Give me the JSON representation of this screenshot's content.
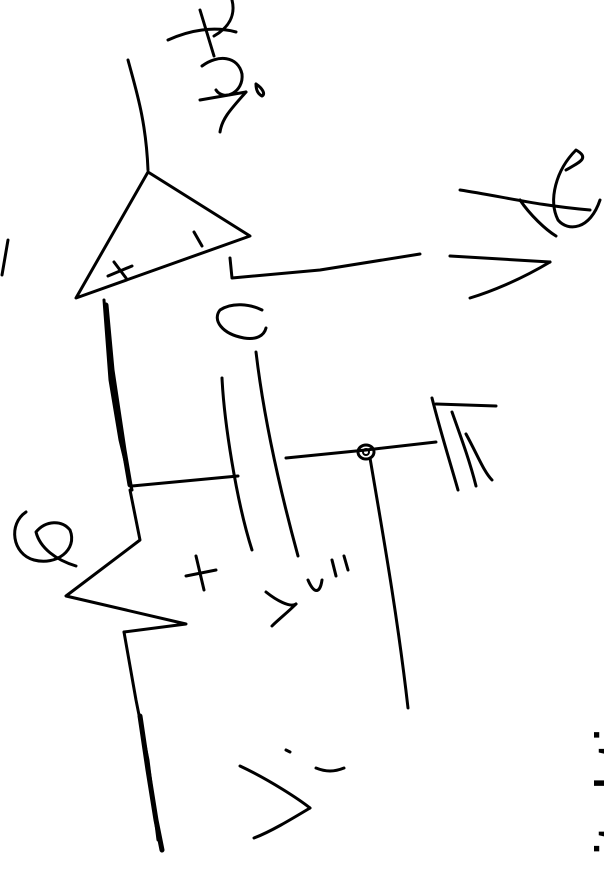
{
  "caption": {
    "text": "gital timer"
  },
  "labels": {
    "r": "R",
    "c": "C",
    "v0": "V₀",
    "vi": "Vᵢ",
    "vc": "Vc",
    "vr": "Vr",
    "plus_top": "+",
    "minus_top": "-",
    "plus_bottom": "+",
    "ground": "ground"
  },
  "colors": {
    "ink": "#000000",
    "background": "#ffffff"
  }
}
